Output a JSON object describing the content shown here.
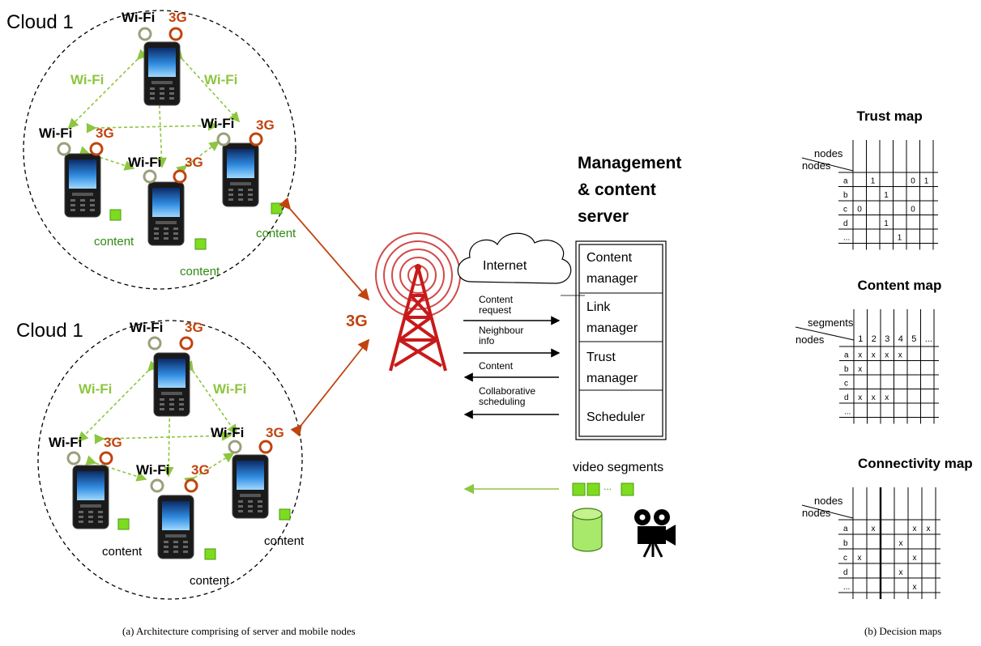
{
  "clouds": [
    {
      "label": "Cloud 1",
      "labels": [
        "Wi-Fi",
        "3G",
        "Wi-Fi",
        "Wi-Fi",
        "Wi-Fi",
        "3G",
        "Wi-Fi",
        "3G",
        "Wi-Fi",
        "3G"
      ],
      "content": [
        "content",
        "content",
        "content"
      ]
    },
    {
      "label": "Cloud 1",
      "labels": [
        "Wi-Fi",
        "3G",
        "Wi-Fi",
        "Wi-Fi",
        "Wi-Fi",
        "3G",
        "Wi-Fi",
        "3G",
        "Wi-Fi",
        "3G"
      ],
      "content": [
        "content",
        "content",
        "content"
      ]
    }
  ],
  "link_label": "3G",
  "internet_label": "Internet",
  "server": {
    "title": [
      "Management",
      "& content",
      "server"
    ],
    "modules": [
      [
        "Content",
        "manager"
      ],
      [
        "Link",
        "manager"
      ],
      [
        "Trust",
        "manager"
      ],
      [
        "Scheduler"
      ]
    ]
  },
  "messages": [
    [
      "Content",
      "request"
    ],
    [
      "Neighbour",
      "info"
    ],
    [
      "Content"
    ],
    [
      "Collaborative",
      "scheduling"
    ]
  ],
  "video_label": "video segments",
  "video_ellipsis": "...",
  "maps": {
    "trust": {
      "title": "Trust map",
      "col_header": "nodes",
      "row_header": "nodes",
      "rows": [
        "a",
        "b",
        "c",
        "d",
        "..."
      ],
      "cells": [
        [
          "",
          "1",
          "",
          "",
          "0",
          "1"
        ],
        [
          "",
          "",
          "1",
          "",
          "",
          ""
        ],
        [
          "0",
          "",
          "",
          "",
          "0",
          ""
        ],
        [
          "",
          "",
          "1",
          "",
          "",
          ""
        ],
        [
          "",
          "",
          "",
          "1",
          "",
          ""
        ]
      ]
    },
    "content": {
      "title": "Content map",
      "col_header": "segments",
      "row_header": "nodes",
      "cols": [
        "1",
        "2",
        "3",
        "4",
        "5",
        "..."
      ],
      "rows": [
        "a",
        "b",
        "c",
        "d",
        "..."
      ],
      "cells": [
        [
          "x",
          "x",
          "x",
          "x",
          "",
          ""
        ],
        [
          "x",
          "",
          "",
          "",
          "",
          ""
        ],
        [
          "",
          "",
          "",
          "",
          "",
          ""
        ],
        [
          "x",
          "x",
          "x",
          "",
          "",
          ""
        ],
        [
          "",
          "",
          "",
          "",
          "",
          ""
        ]
      ]
    },
    "connectivity": {
      "title": "Connectivity map",
      "col_header": "nodes",
      "row_header": "nodes",
      "rows": [
        "a",
        "b",
        "c",
        "d",
        "..."
      ],
      "cells": [
        [
          "",
          "x",
          "",
          "",
          "x",
          "x"
        ],
        [
          "",
          "",
          "",
          "x",
          "",
          ""
        ],
        [
          "x",
          "",
          "",
          "",
          "x",
          ""
        ],
        [
          "",
          "",
          "",
          "x",
          "",
          ""
        ],
        [
          "",
          "",
          "",
          "",
          "x",
          ""
        ]
      ]
    }
  },
  "captions": {
    "a": "(a) Architecture comprising of server and mobile nodes",
    "b": "(b) Decision maps"
  }
}
